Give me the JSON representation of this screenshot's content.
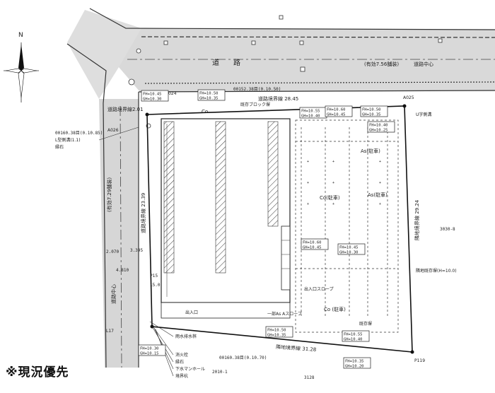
{
  "road": {
    "name": "道　　路",
    "width_note": "(有効7.56舗装)",
    "center_note": "道路中心"
  },
  "left_road": {
    "name": "道路中心",
    "width_note": "(有効7.29舗装)"
  },
  "points": {
    "a24": "A024",
    "a25": "A025",
    "a26": "A026",
    "p119": "P119",
    "l17": "L17",
    "p15": "P15"
  },
  "lines": {
    "road_boundary_top": "道路境界線 28.45",
    "road_boundary_left": "道路境界線 23.39",
    "adjacent_boundary_right": "隣地境界線 29.24",
    "adjacent_boundary_bottom": "隣地境界線 31.28",
    "top_left_label": "道路境界線2.01",
    "chain_top": "00152.38目(0.10.50)",
    "chain_left": "00160.38目(0.10.85)",
    "chain_bottom": "00160.38目(0.10.70)"
  },
  "labels": {
    "co_top": "Co",
    "co_mid": "Co(駐車)",
    "co_bottom": "Co (駐車)",
    "as_a": "As(駐車)",
    "as_b": "As(駐車)",
    "existing_wall": "既存ブロック塀",
    "slope": "出入口スロープ",
    "gate": "出入口",
    "existing_fence": "既存塀",
    "curb": "縁石",
    "manhole": "下水マンホール",
    "hydrant": "消火栓",
    "boundary_stake": "境界杭",
    "drain": "雨水排水桝",
    "asphalt_slope": "一部As Aスロープ",
    "ul_note": "U字側溝",
    "right_note": "隣地既存塀(H=10.0)",
    "left_note_a": "L型側溝(1.1)",
    "left_note_b": "縁石"
  },
  "elev_boxes": [
    {
      "a": "FH=10.45",
      "b": "GH=10.30"
    },
    {
      "a": "FH=10.50",
      "b": "GH=10.35"
    },
    {
      "a": "FH=10.55",
      "b": "GH=10.40"
    },
    {
      "a": "FH=10.60",
      "b": "GH=10.45"
    },
    {
      "a": "FH=10.50",
      "b": "GH=10.35"
    },
    {
      "a": "FH=10.40",
      "b": "GH=10.25"
    },
    {
      "a": "FH=10.60",
      "b": "GH=10.45"
    },
    {
      "a": "FH=10.45",
      "b": "GH=10.30"
    },
    {
      "a": "FH=10.50",
      "b": "GH=10.35"
    },
    {
      "a": "FH=10.55",
      "b": "GH=10.40"
    },
    {
      "a": "FH=10.30",
      "b": "GH=10.15"
    },
    {
      "a": "FH=10.35",
      "b": "GH=10.20"
    }
  ],
  "numbers": {
    "n1": "3.395",
    "n2": "4.810",
    "n3": "2.070",
    "n4": "3030-8",
    "n5": "3128",
    "n6": "2010-1",
    "n7": "15.0"
  },
  "compass": {
    "north": "N"
  },
  "footer_note": "※現況優先"
}
